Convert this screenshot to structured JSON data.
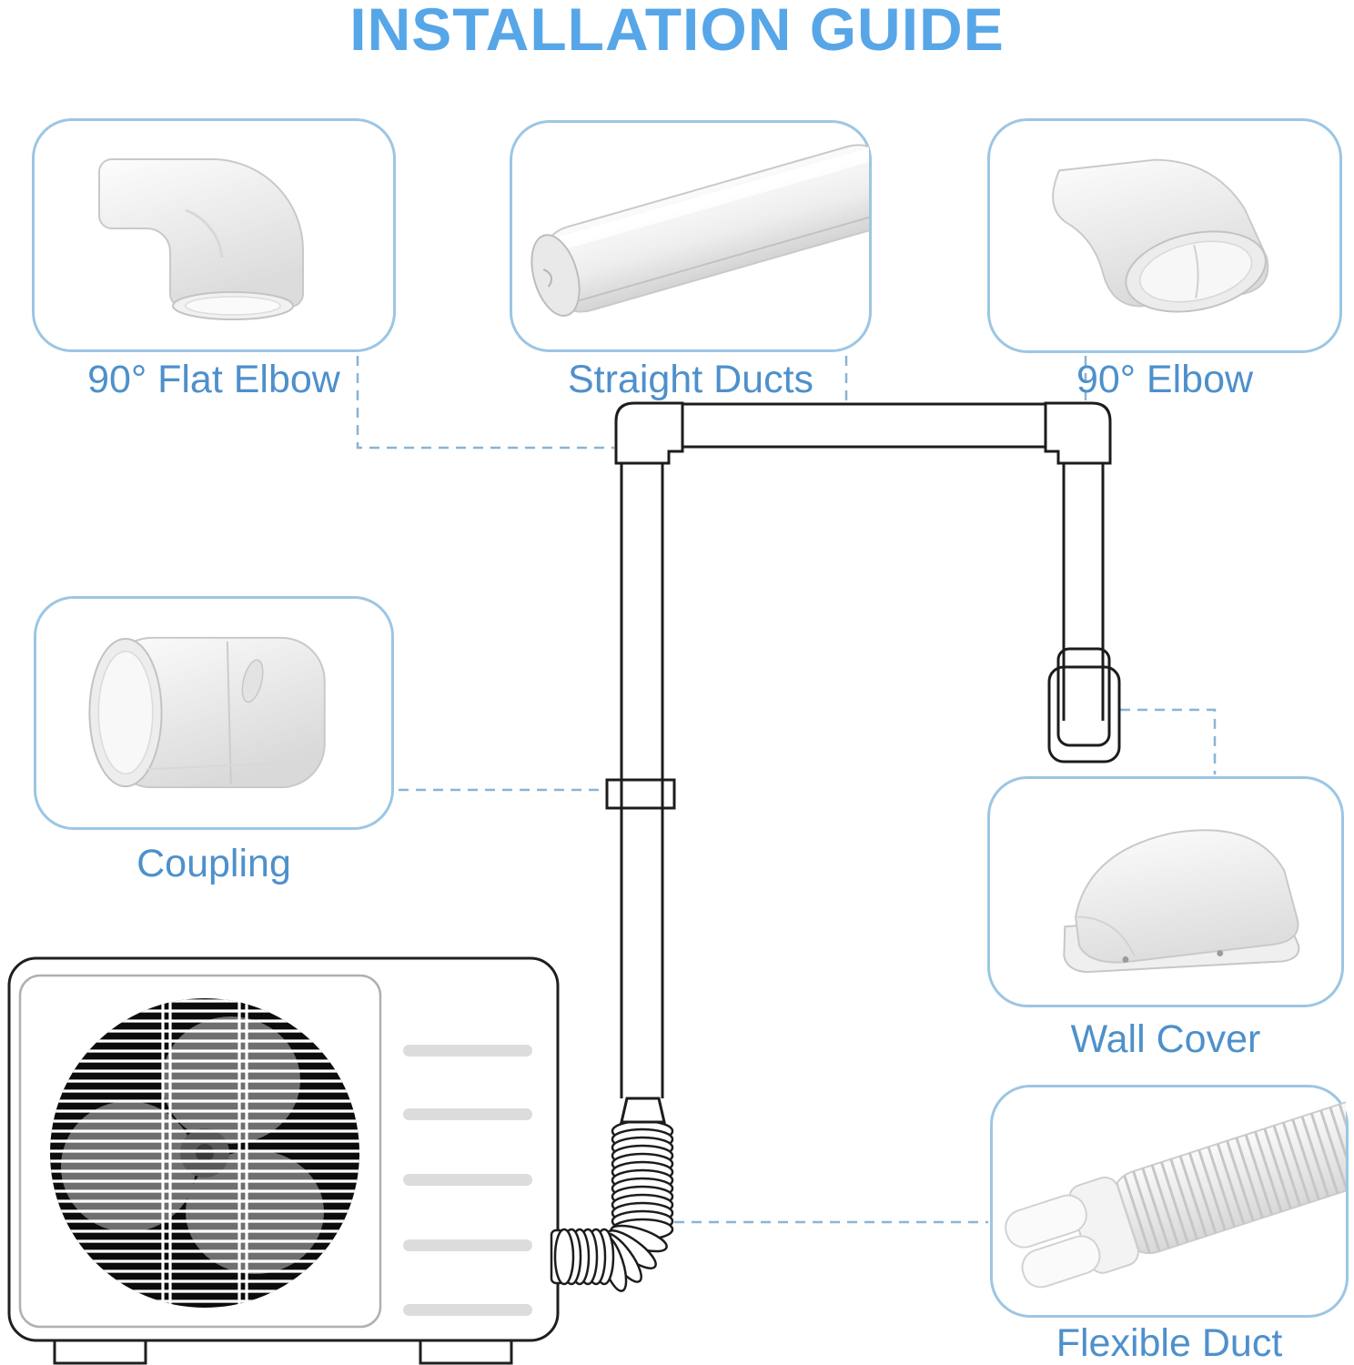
{
  "title": "INSTALLATION GUIDE",
  "callouts": [
    {
      "id": "flat-elbow",
      "label": "90° Flat Elbow",
      "photo": "flat-elbow-photo"
    },
    {
      "id": "straight-ducts",
      "label": "Straight Ducts",
      "photo": "straight-duct-photo"
    },
    {
      "id": "elbow-90",
      "label": "90° Elbow",
      "photo": "vertical-elbow-photo"
    },
    {
      "id": "coupling",
      "label": "Coupling",
      "photo": "coupling-photo"
    },
    {
      "id": "wall-cover",
      "label": "Wall Cover",
      "photo": "wall-cover-photo"
    },
    {
      "id": "flexible-duct",
      "label": "Flexible Duct",
      "photo": "flexible-duct-photo"
    }
  ],
  "colors": {
    "title_blue": "#57a6e8",
    "label_blue": "#4e90cb",
    "box_border_blue": "#9cc6e4",
    "connector_dash_blue": "#8ab4d4",
    "line_art_black": "#1c1c1c",
    "vent_bar_gray": "#dcdcdc"
  }
}
